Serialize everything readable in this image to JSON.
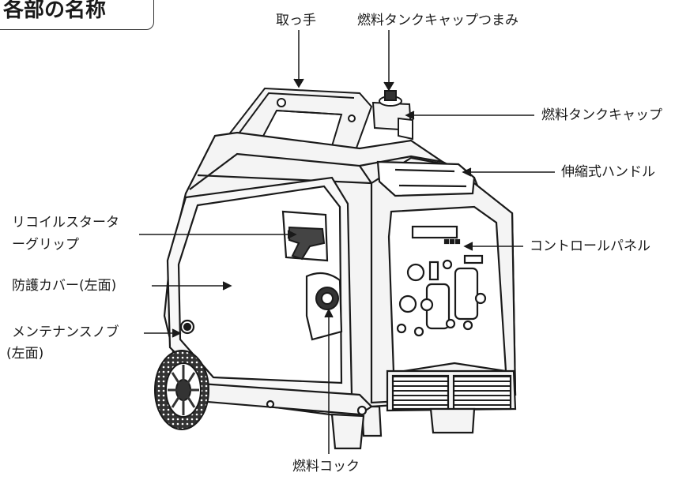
{
  "title": "各部の名称",
  "labels": {
    "handle": "取っ手",
    "fuel_cap_knob": "燃料タンクキャップつまみ",
    "fuel_cap": "燃料タンクキャップ",
    "telescopic_handle": "伸縮式ハンドル",
    "recoil_starter_line1": "リコイルスタータ",
    "recoil_starter_line2": "ーグリップ",
    "control_panel": "コントロールパネル",
    "protective_cover": "防護カバー(左面)",
    "maintenance_knob_line1": "メンテナンスノブ",
    "maintenance_knob_line2": "(左面)",
    "fuel_cock": "燃料コック"
  },
  "colors": {
    "line": "#1a1a1a",
    "body_fill": "#f4f4f4",
    "panel_fill": "#ffffff"
  }
}
